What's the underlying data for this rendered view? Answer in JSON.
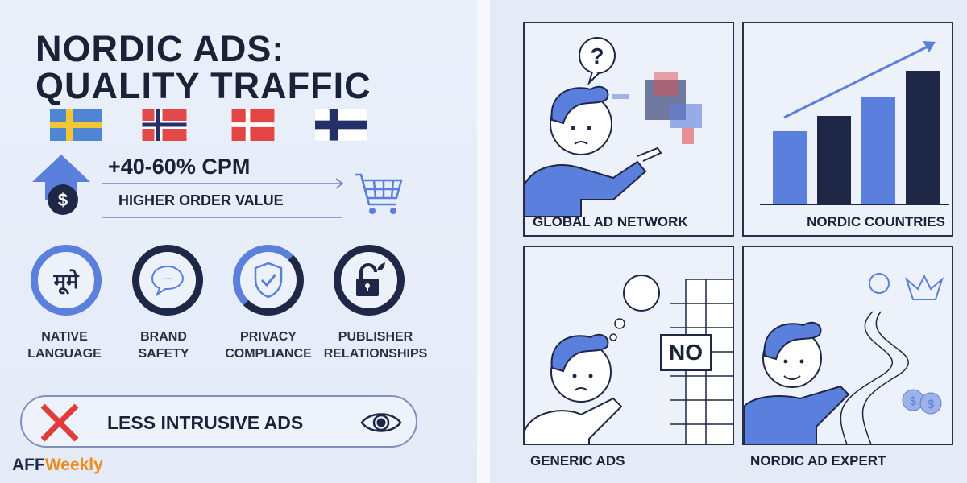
{
  "title": {
    "line1": "NORDIC ADS:",
    "line2": "QUALITY TRAFFIC"
  },
  "flags": [
    "sweden-flag",
    "norway-flag",
    "denmark-flag",
    "finland-flag"
  ],
  "cpm": {
    "value": "+40-60% CPM",
    "subtitle": "HIGHER ORDER VALUE"
  },
  "features": [
    {
      "label1": "NATIVE",
      "label2": "LANGUAGE",
      "icon": "native-script-icon",
      "glyph": "मूमे"
    },
    {
      "label1": "BRAND",
      "label2": "SAFETY",
      "icon": "speech-bubble-icon"
    },
    {
      "label1": "PRIVACY",
      "label2": "COMPLIANCE",
      "icon": "shield-check-icon"
    },
    {
      "label1": "PUBLISHER",
      "label2": "RELATIONSHIPS",
      "icon": "padlock-leaf-icon"
    }
  ],
  "banner": {
    "text": "LESS INTRUSIVE ADS"
  },
  "logo": {
    "part1": "AFF",
    "part2": "Weekly"
  },
  "panels": {
    "global": "GLOBAL AD NETWORK",
    "nordic": "NORDIC COUNTRIES",
    "generic": "GENERIC ADS",
    "no_sign": "NO",
    "expert": "NORDIC AD EXPERT",
    "question": "?"
  },
  "colors": {
    "navy": "#1f2747",
    "blue": "#5b7fdc",
    "red": "#e03c3c",
    "orange": "#f08a1c"
  }
}
